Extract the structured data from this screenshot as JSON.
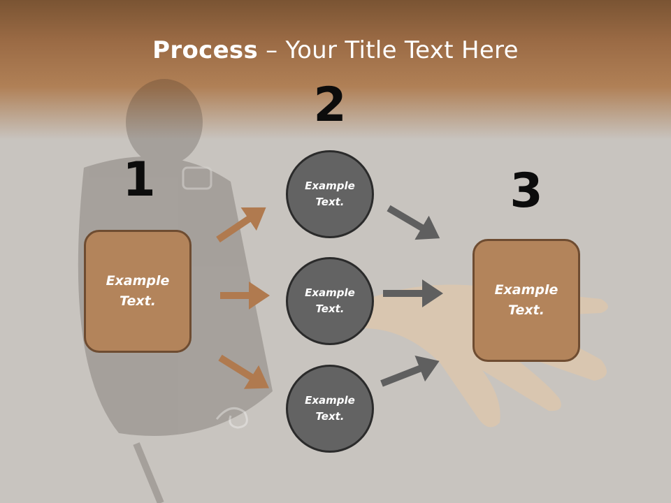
{
  "title": {
    "bold": "Process",
    "rest": " – Your Title Text Here"
  },
  "numbers": [
    "1",
    "2",
    "3"
  ],
  "left_box": {
    "line1": "Example",
    "line2": "Text."
  },
  "circles": [
    {
      "line1": "Example",
      "line2": "Text."
    },
    {
      "line1": "Example",
      "line2": "Text."
    },
    {
      "line1": "Example",
      "line2": "Text."
    }
  ],
  "right_box": {
    "line1": "Example",
    "line2": "Text."
  },
  "colors": {
    "brand_brown": "#b3845b",
    "circle_gray": "#636363",
    "arrow_brown": "#b07a4f",
    "arrow_gray": "#5f5f5f"
  }
}
